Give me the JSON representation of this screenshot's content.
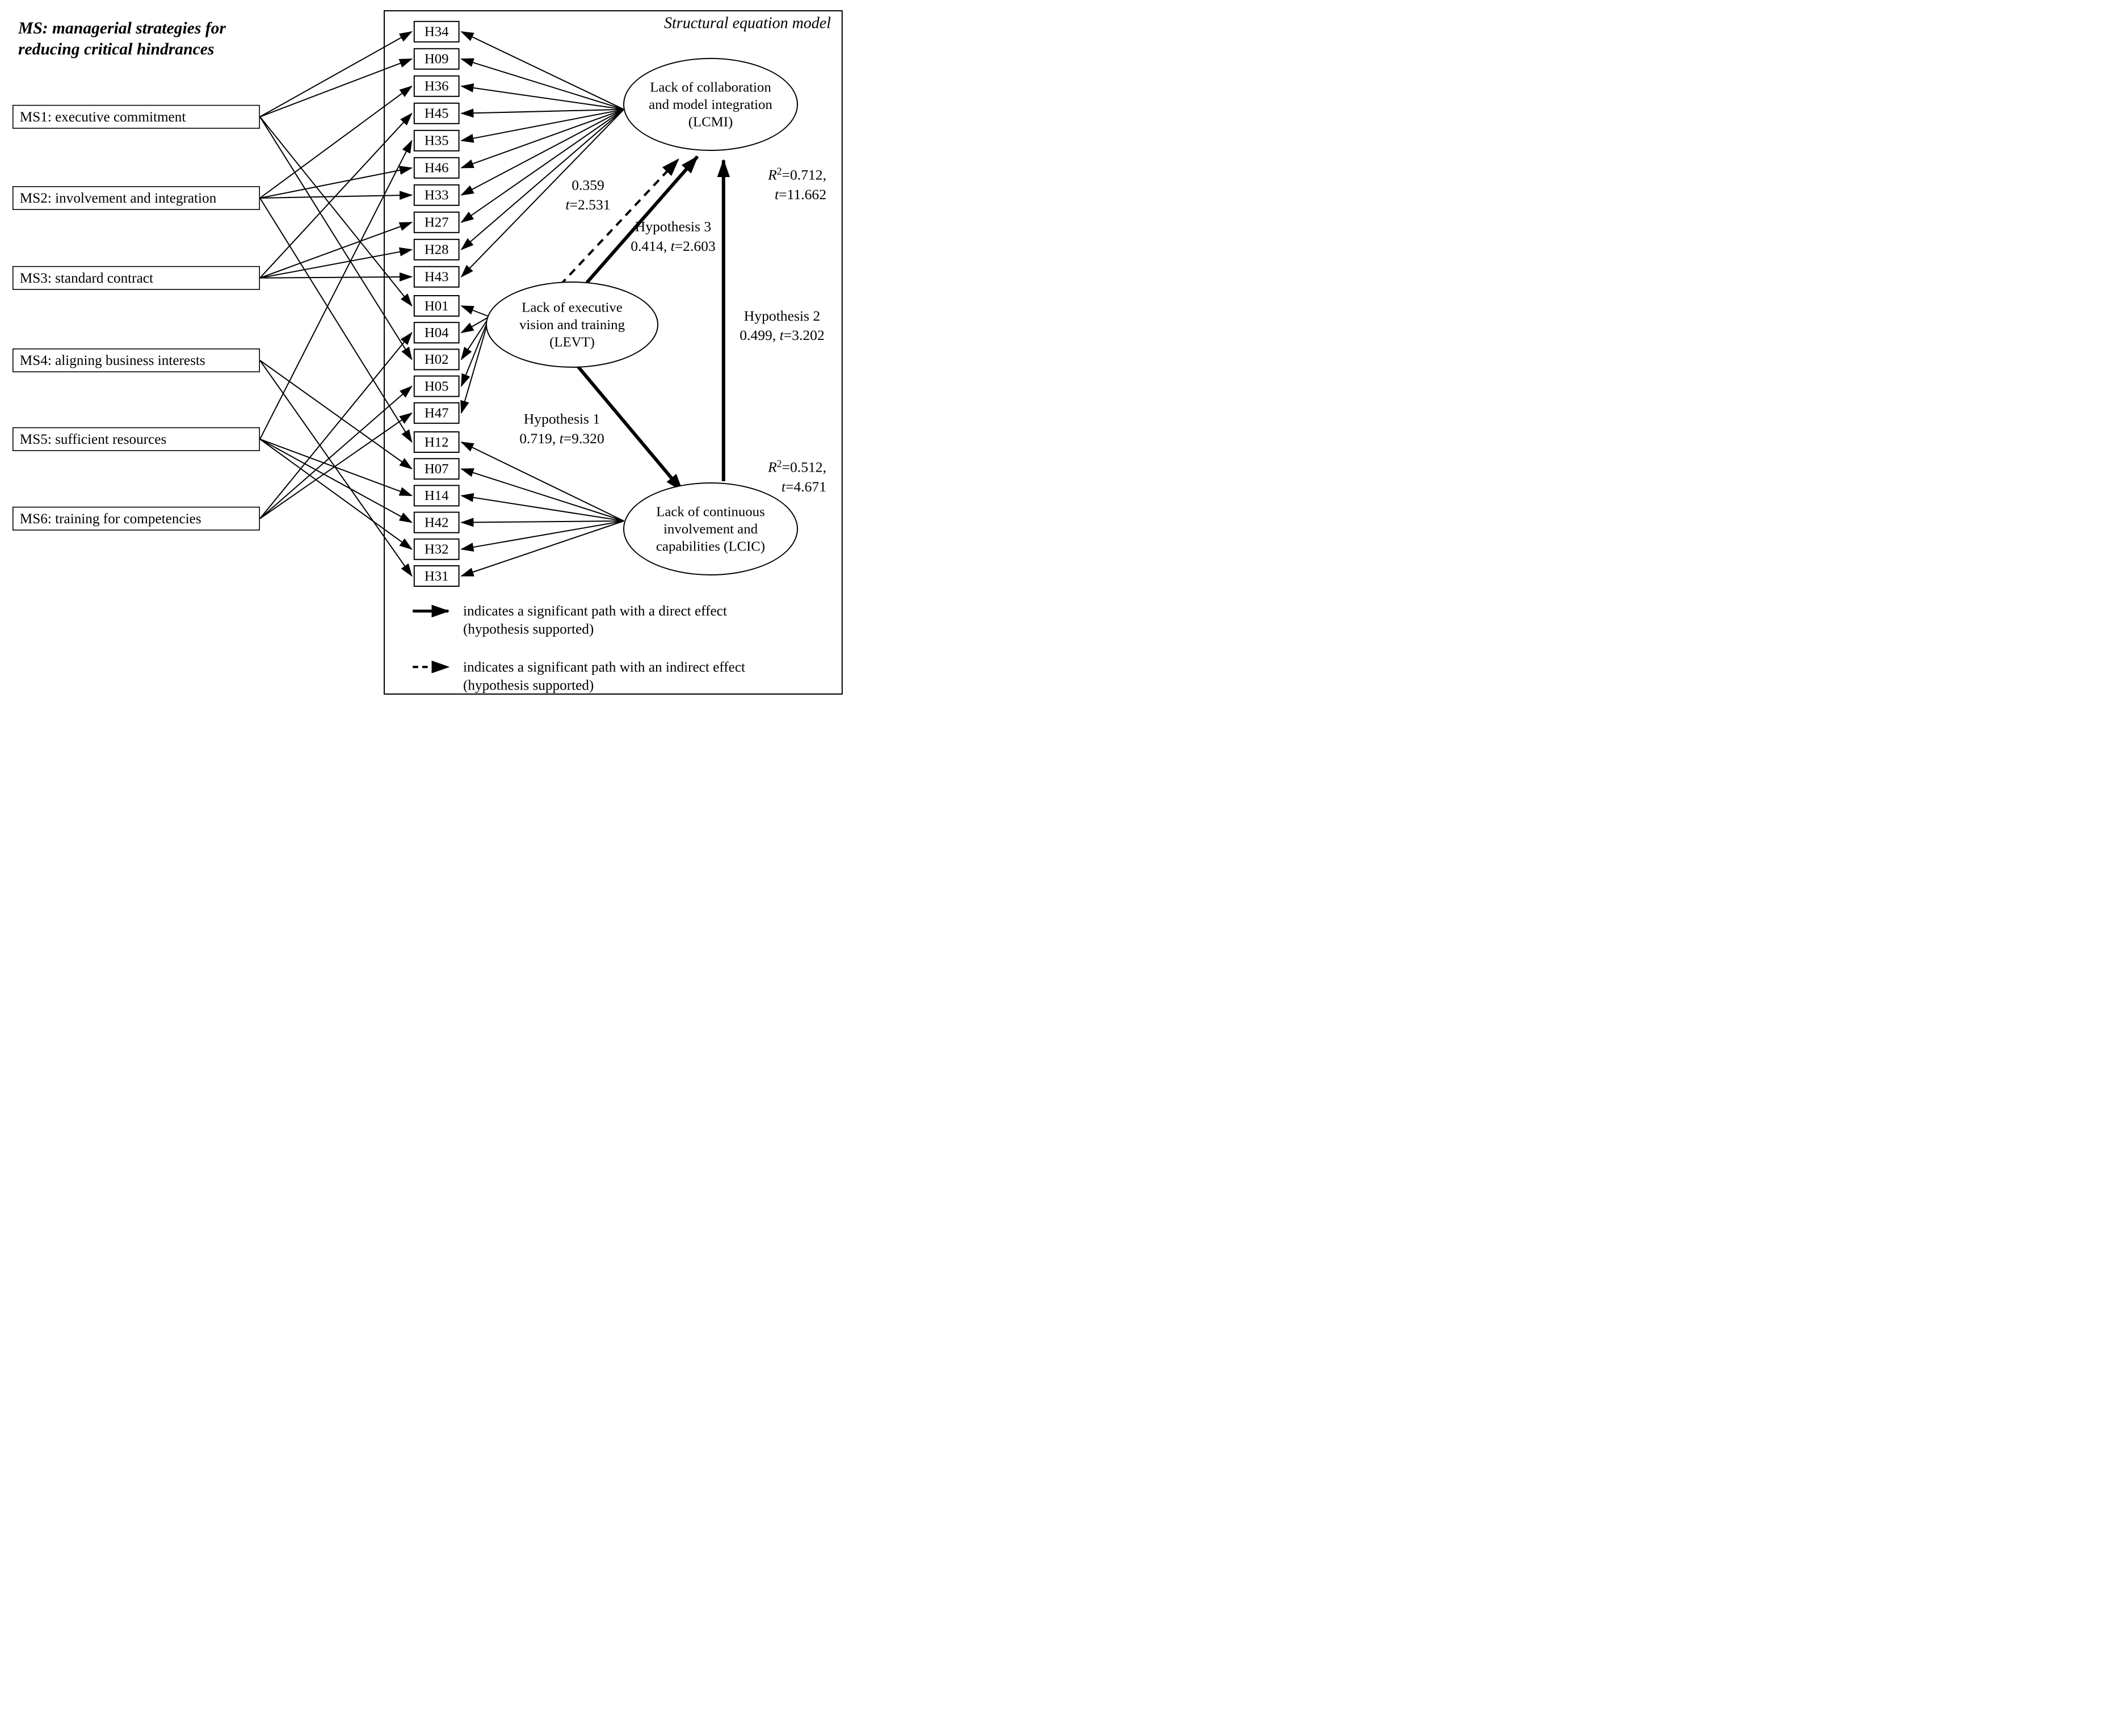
{
  "figure": {
    "note_line1": "MS: managerial strategies for",
    "note_line2": "reducing critical hindrances",
    "sem_frame_label": "Structural equation model"
  },
  "ms_strategies": [
    {
      "id": "MS1",
      "label": "MS1: executive commitment"
    },
    {
      "id": "MS2",
      "label": "MS2: involvement and integration"
    },
    {
      "id": "MS3",
      "label": "MS3: standard contract"
    },
    {
      "id": "MS4",
      "label": "MS4: aligning business interests"
    },
    {
      "id": "MS5",
      "label": "MS5: sufficient resources"
    },
    {
      "id": "MS6",
      "label": "MS6: training for competencies"
    }
  ],
  "indicators": {
    "lcmi": [
      "H34",
      "H09",
      "H36",
      "H45",
      "H35",
      "H46",
      "H33",
      "H27",
      "H28",
      "H43"
    ],
    "levt": [
      "H01",
      "H04",
      "H02",
      "H05",
      "H47"
    ],
    "lcic": [
      "H12",
      "H07",
      "H14",
      "H42",
      "H32",
      "H31"
    ]
  },
  "constructs": {
    "lcmi": {
      "line1": "Lack of collaboration",
      "line2": "and model integration",
      "line3": "(LCMI)"
    },
    "levt": {
      "line1": "Lack of executive",
      "line2": "vision and training",
      "line3": "(LEVT)"
    },
    "lcic": {
      "line1": "Lack of continuous",
      "line2": "involvement and",
      "line3": "capabilities (LCIC)"
    }
  },
  "stats": {
    "lcmi_r2": {
      "sym": "R",
      "sup": "2",
      "rest": "=0.712,",
      "t_sym": "t",
      "t_rest": "=11.662"
    },
    "lcic_r2": {
      "sym": "R",
      "sup": "2",
      "rest": "=0.512,",
      "t_sym": "t",
      "t_rest": "=4.671"
    },
    "indirect": {
      "value": "0.359",
      "t_sym": "t",
      "t_rest": "=2.531"
    },
    "h1": {
      "title": "Hypothesis 1",
      "pre": "0.719, ",
      "t_sym": "t",
      "t_rest": "=9.320"
    },
    "h2": {
      "title": "Hypothesis 2",
      "pre": "0.499, ",
      "t_sym": "t",
      "t_rest": "=3.202"
    },
    "h3": {
      "title": "Hypothesis 3",
      "pre": "0.414, ",
      "t_sym": "t",
      "t_rest": "=2.603"
    }
  },
  "legend": {
    "direct_line1": "indicates a significant path with a direct effect",
    "direct_line2": "(hypothesis supported)",
    "indirect_line1": "indicates a significant path with an indirect effect",
    "indirect_line2": "(hypothesis supported)"
  },
  "connections": {
    "ms_to_h": [
      [
        "MS1",
        "H34"
      ],
      [
        "MS1",
        "H09"
      ],
      [
        "MS1",
        "H01"
      ],
      [
        "MS1",
        "H02"
      ],
      [
        "MS2",
        "H36"
      ],
      [
        "MS2",
        "H46"
      ],
      [
        "MS2",
        "H33"
      ],
      [
        "MS2",
        "H12"
      ],
      [
        "MS3",
        "H45"
      ],
      [
        "MS3",
        "H27"
      ],
      [
        "MS3",
        "H28"
      ],
      [
        "MS3",
        "H43"
      ],
      [
        "MS4",
        "H07"
      ],
      [
        "MS4",
        "H31"
      ],
      [
        "MS5",
        "H35"
      ],
      [
        "MS5",
        "H14"
      ],
      [
        "MS5",
        "H42"
      ],
      [
        "MS5",
        "H32"
      ],
      [
        "MS6",
        "H04"
      ],
      [
        "MS6",
        "H05"
      ],
      [
        "MS6",
        "H47"
      ]
    ],
    "structural": [
      {
        "from": "LEVT",
        "to": "LCIC",
        "label": "Hypothesis 1",
        "coefficient": "0.719",
        "t": "9.320",
        "style": "solid"
      },
      {
        "from": "LCIC",
        "to": "LCMI",
        "label": "Hypothesis 2",
        "coefficient": "0.499",
        "t": "3.202",
        "style": "solid"
      },
      {
        "from": "LEVT",
        "to": "LCMI",
        "label": "Hypothesis 3",
        "coefficient": "0.414",
        "t": "2.603",
        "style": "solid"
      },
      {
        "from": "LEVT",
        "to": "LCMI",
        "label": "indirect effect",
        "coefficient": "0.359",
        "t": "2.531",
        "style": "dashed"
      }
    ]
  }
}
